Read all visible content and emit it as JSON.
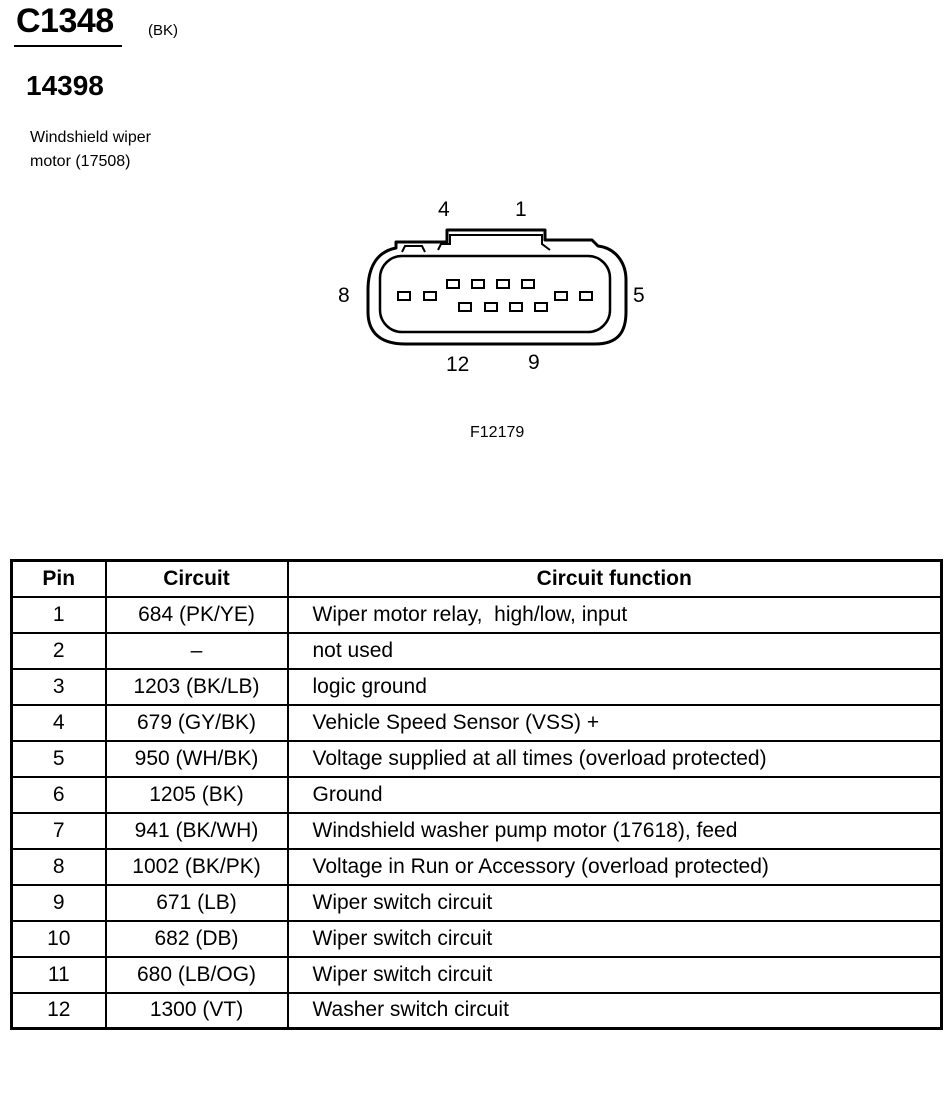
{
  "header": {
    "connector_id": "C1348",
    "connector_color": "(BK)",
    "part_number": "14398",
    "component_line1": "Windshield wiper",
    "component_line2": "motor (17508)"
  },
  "diagram": {
    "pin_labels": {
      "p4": "4",
      "p1": "1",
      "p8": "8",
      "p5": "5",
      "p12": "12",
      "p9": "9"
    },
    "figure_code": "F12179"
  },
  "table": {
    "headers": {
      "pin": "Pin",
      "circuit": "Circuit",
      "function": "Circuit function"
    },
    "rows": [
      {
        "pin": "1",
        "circuit": "684 (PK/YE)",
        "function": "Wiper motor relay,  high/low, input"
      },
      {
        "pin": "2",
        "circuit": "–",
        "function": "not used"
      },
      {
        "pin": "3",
        "circuit": "1203 (BK/LB)",
        "function": "logic ground"
      },
      {
        "pin": "4",
        "circuit": "679 (GY/BK)",
        "function": "Vehicle Speed Sensor (VSS) +"
      },
      {
        "pin": "5",
        "circuit": "950 (WH/BK)",
        "function": "Voltage supplied at all times (overload protected)"
      },
      {
        "pin": "6",
        "circuit": "1205 (BK)",
        "function": "Ground"
      },
      {
        "pin": "7",
        "circuit": "941 (BK/WH)",
        "function": "Windshield washer pump motor (17618), feed"
      },
      {
        "pin": "8",
        "circuit": "1002 (BK/PK)",
        "function": "Voltage in Run or Accessory (overload protected)"
      },
      {
        "pin": "9",
        "circuit": "671 (LB)",
        "function": "Wiper switch circuit"
      },
      {
        "pin": "10",
        "circuit": "682 (DB)",
        "function": "Wiper switch circuit"
      },
      {
        "pin": "11",
        "circuit": "680 (LB/OG)",
        "function": "Wiper switch circuit"
      },
      {
        "pin": "12",
        "circuit": "1300 (VT)",
        "function": "Washer switch circuit"
      }
    ]
  }
}
